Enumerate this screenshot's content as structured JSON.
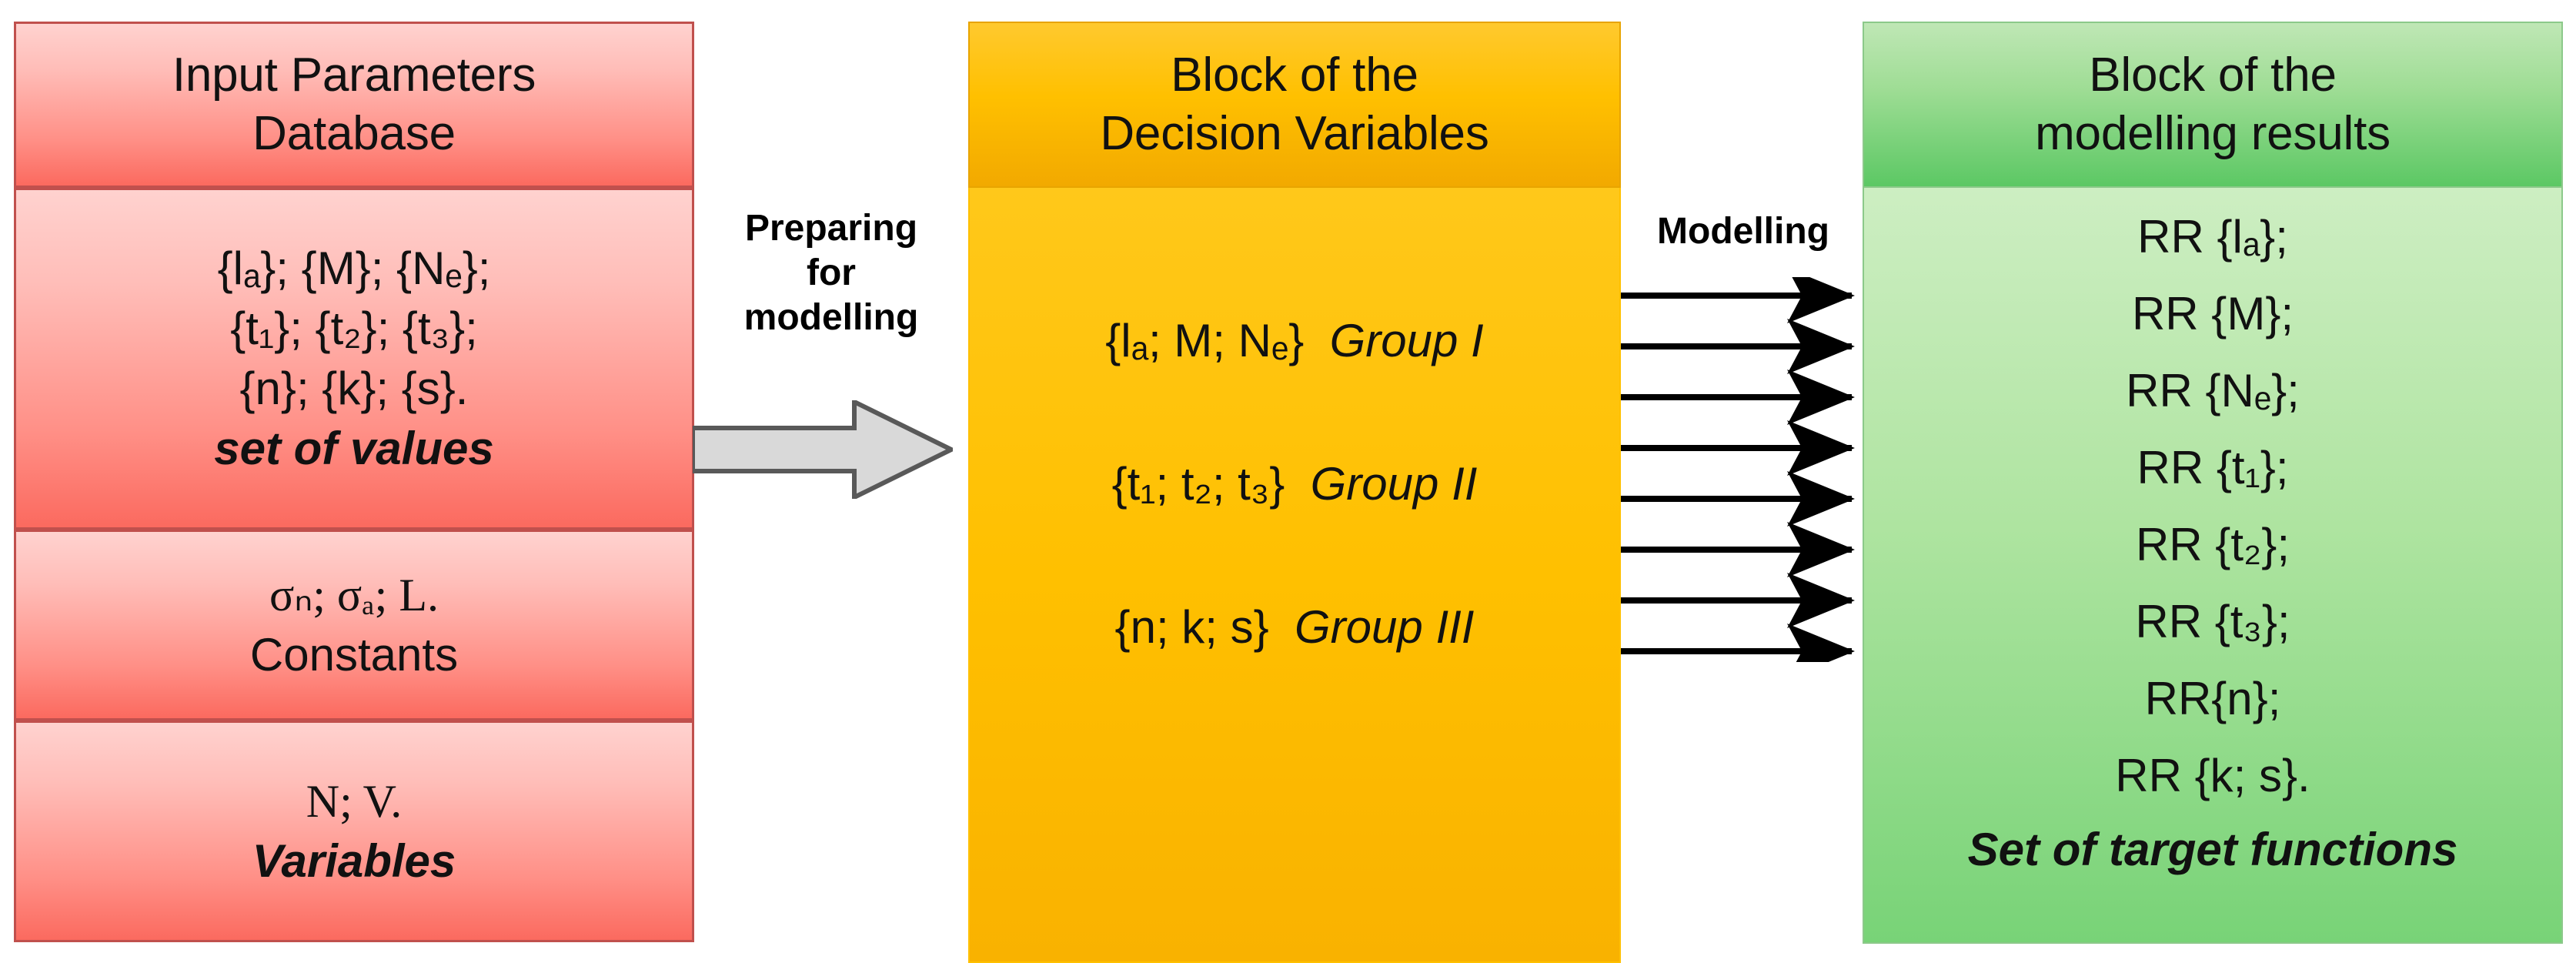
{
  "diagram": {
    "title": "Modelling workflow block diagram",
    "colors": {
      "input_block": "#ff8f86",
      "input_border": "#c0504d",
      "decision_block": "#ffc000",
      "results_block": "#9fdd95",
      "grey_arrow_fill": "#d9d9d9",
      "grey_arrow_border": "#595959",
      "black_arrow": "#000000"
    }
  },
  "input_block": {
    "header": {
      "line1": "Input Parameters",
      "line2": "Database"
    },
    "section_values": {
      "line1": "{lₐ}; {M}; {Nₑ};",
      "line2": "{t₁}; {t₂}; {t₃};",
      "line3": "{n}; {k}; {s}.",
      "caption": "set of values"
    },
    "section_constants": {
      "line1": "σₙ; σₐ; L.",
      "caption": "Constants"
    },
    "section_variables": {
      "line1": "N; V.",
      "caption": "Variables"
    }
  },
  "connector_preparing": {
    "label_line1": "Preparing",
    "label_line2": "for",
    "label_line3": "modelling",
    "arrow_kind": "block-arrow-right",
    "arrow_count": 1
  },
  "decision_block": {
    "header": {
      "line1": "Block of the",
      "line2": "Decision Variables"
    },
    "groups": [
      {
        "set": "{lₐ; M; Nₑ}",
        "name": "Group I"
      },
      {
        "set": "{t₁; t₂; t₃}",
        "name": "Group II"
      },
      {
        "set": "{n; k; s}",
        "name": "Group III"
      }
    ]
  },
  "connector_modelling": {
    "label": "Modelling",
    "arrow_kind": "line-arrow-right",
    "arrow_count": 8
  },
  "results_block": {
    "header": {
      "line1": "Block of the",
      "line2": "modelling results"
    },
    "results": [
      "RR {lₐ};",
      "RR {M};",
      "RR {Nₑ};",
      "RR {t₁};",
      "RR {t₂};",
      "RR {t₃};",
      "RR{n};",
      "RR {k; s}."
    ],
    "caption": "Set of target functions"
  }
}
